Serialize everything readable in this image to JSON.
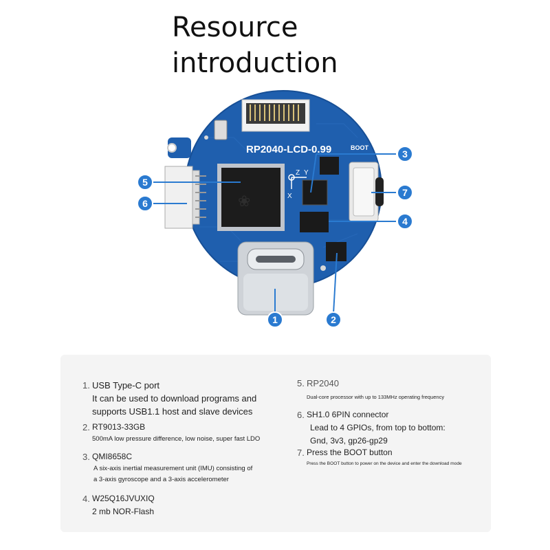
{
  "title": {
    "line1": "Resource",
    "line2": "introduction"
  },
  "board": {
    "name": "RP2040-LCD-0.99",
    "boot_label": "BOOT",
    "axis_z": "Z",
    "axis_y": "Y",
    "axis_x": "X"
  },
  "callouts": [
    "1",
    "2",
    "3",
    "4",
    "5",
    "6",
    "7"
  ],
  "items": [
    {
      "num": "1.",
      "head": "USB Type-C port",
      "sub1": "It can be used to download programs and",
      "sub2": "supports USB1.1 host and slave devices"
    },
    {
      "num": "2.",
      "head": "RT9013-33GB",
      "sub1": "500mA low pressure difference, low noise, super fast LDO"
    },
    {
      "num": "3.",
      "head": "QMI8658C",
      "sub1": "A six-axis inertial measurement unit (IMU) consisting of",
      "sub2": "a 3-axis gyroscope and a 3-axis accelerometer"
    },
    {
      "num": "4.",
      "head": "W25Q16JVUXIQ",
      "sub1": "2 mb NOR-Flash"
    },
    {
      "num": "5.",
      "head": "RP2040",
      "sub1": "Dual-core processor with up to 133MHz operating frequency"
    },
    {
      "num": "6.",
      "head": "SH1.0 6PIN connector",
      "sub1": "Lead to 4 GPIOs, from top to bottom:",
      "sub2": "Gnd, 3v3, gp26-gp29"
    },
    {
      "num": "7.",
      "head": "Press the BOOT button",
      "sub1": "Press the BOOT button to power on the device and enter the download mode"
    }
  ]
}
